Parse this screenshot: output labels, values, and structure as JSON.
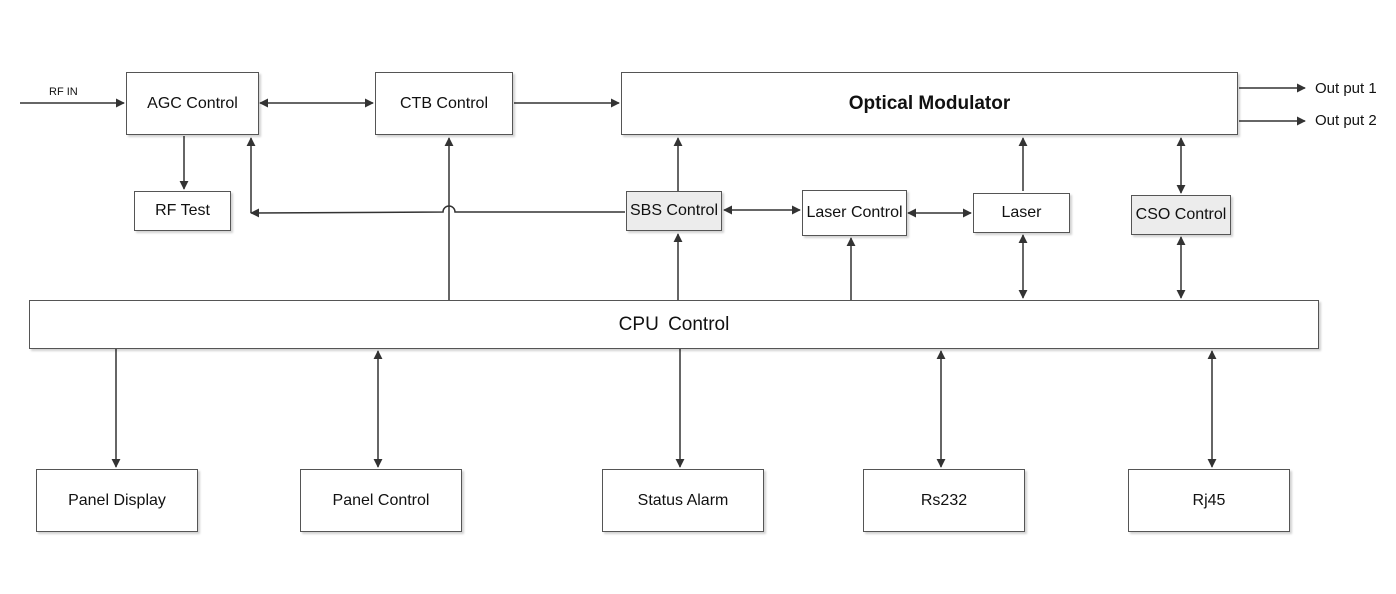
{
  "diagram": {
    "input_label": "RF IN",
    "outputs": [
      "Out put 1",
      "Out put 2"
    ],
    "blocks": {
      "agc": "AGC Control",
      "ctb": "CTB Control",
      "modulator": "Optical Modulator",
      "rf_test": "RF Test",
      "sbs": "SBS Control",
      "laser_control": "Laser Control",
      "laser": "Laser",
      "cso": "CSO Control",
      "cpu": "CPU  Control",
      "panel_display": "Panel Display",
      "panel_control": "Panel Control",
      "status_alarm": "Status Alarm",
      "rs232": "Rs232",
      "rj45": "Rj45"
    },
    "line_color": "#333333",
    "shaded_block_color": "#ececec"
  }
}
